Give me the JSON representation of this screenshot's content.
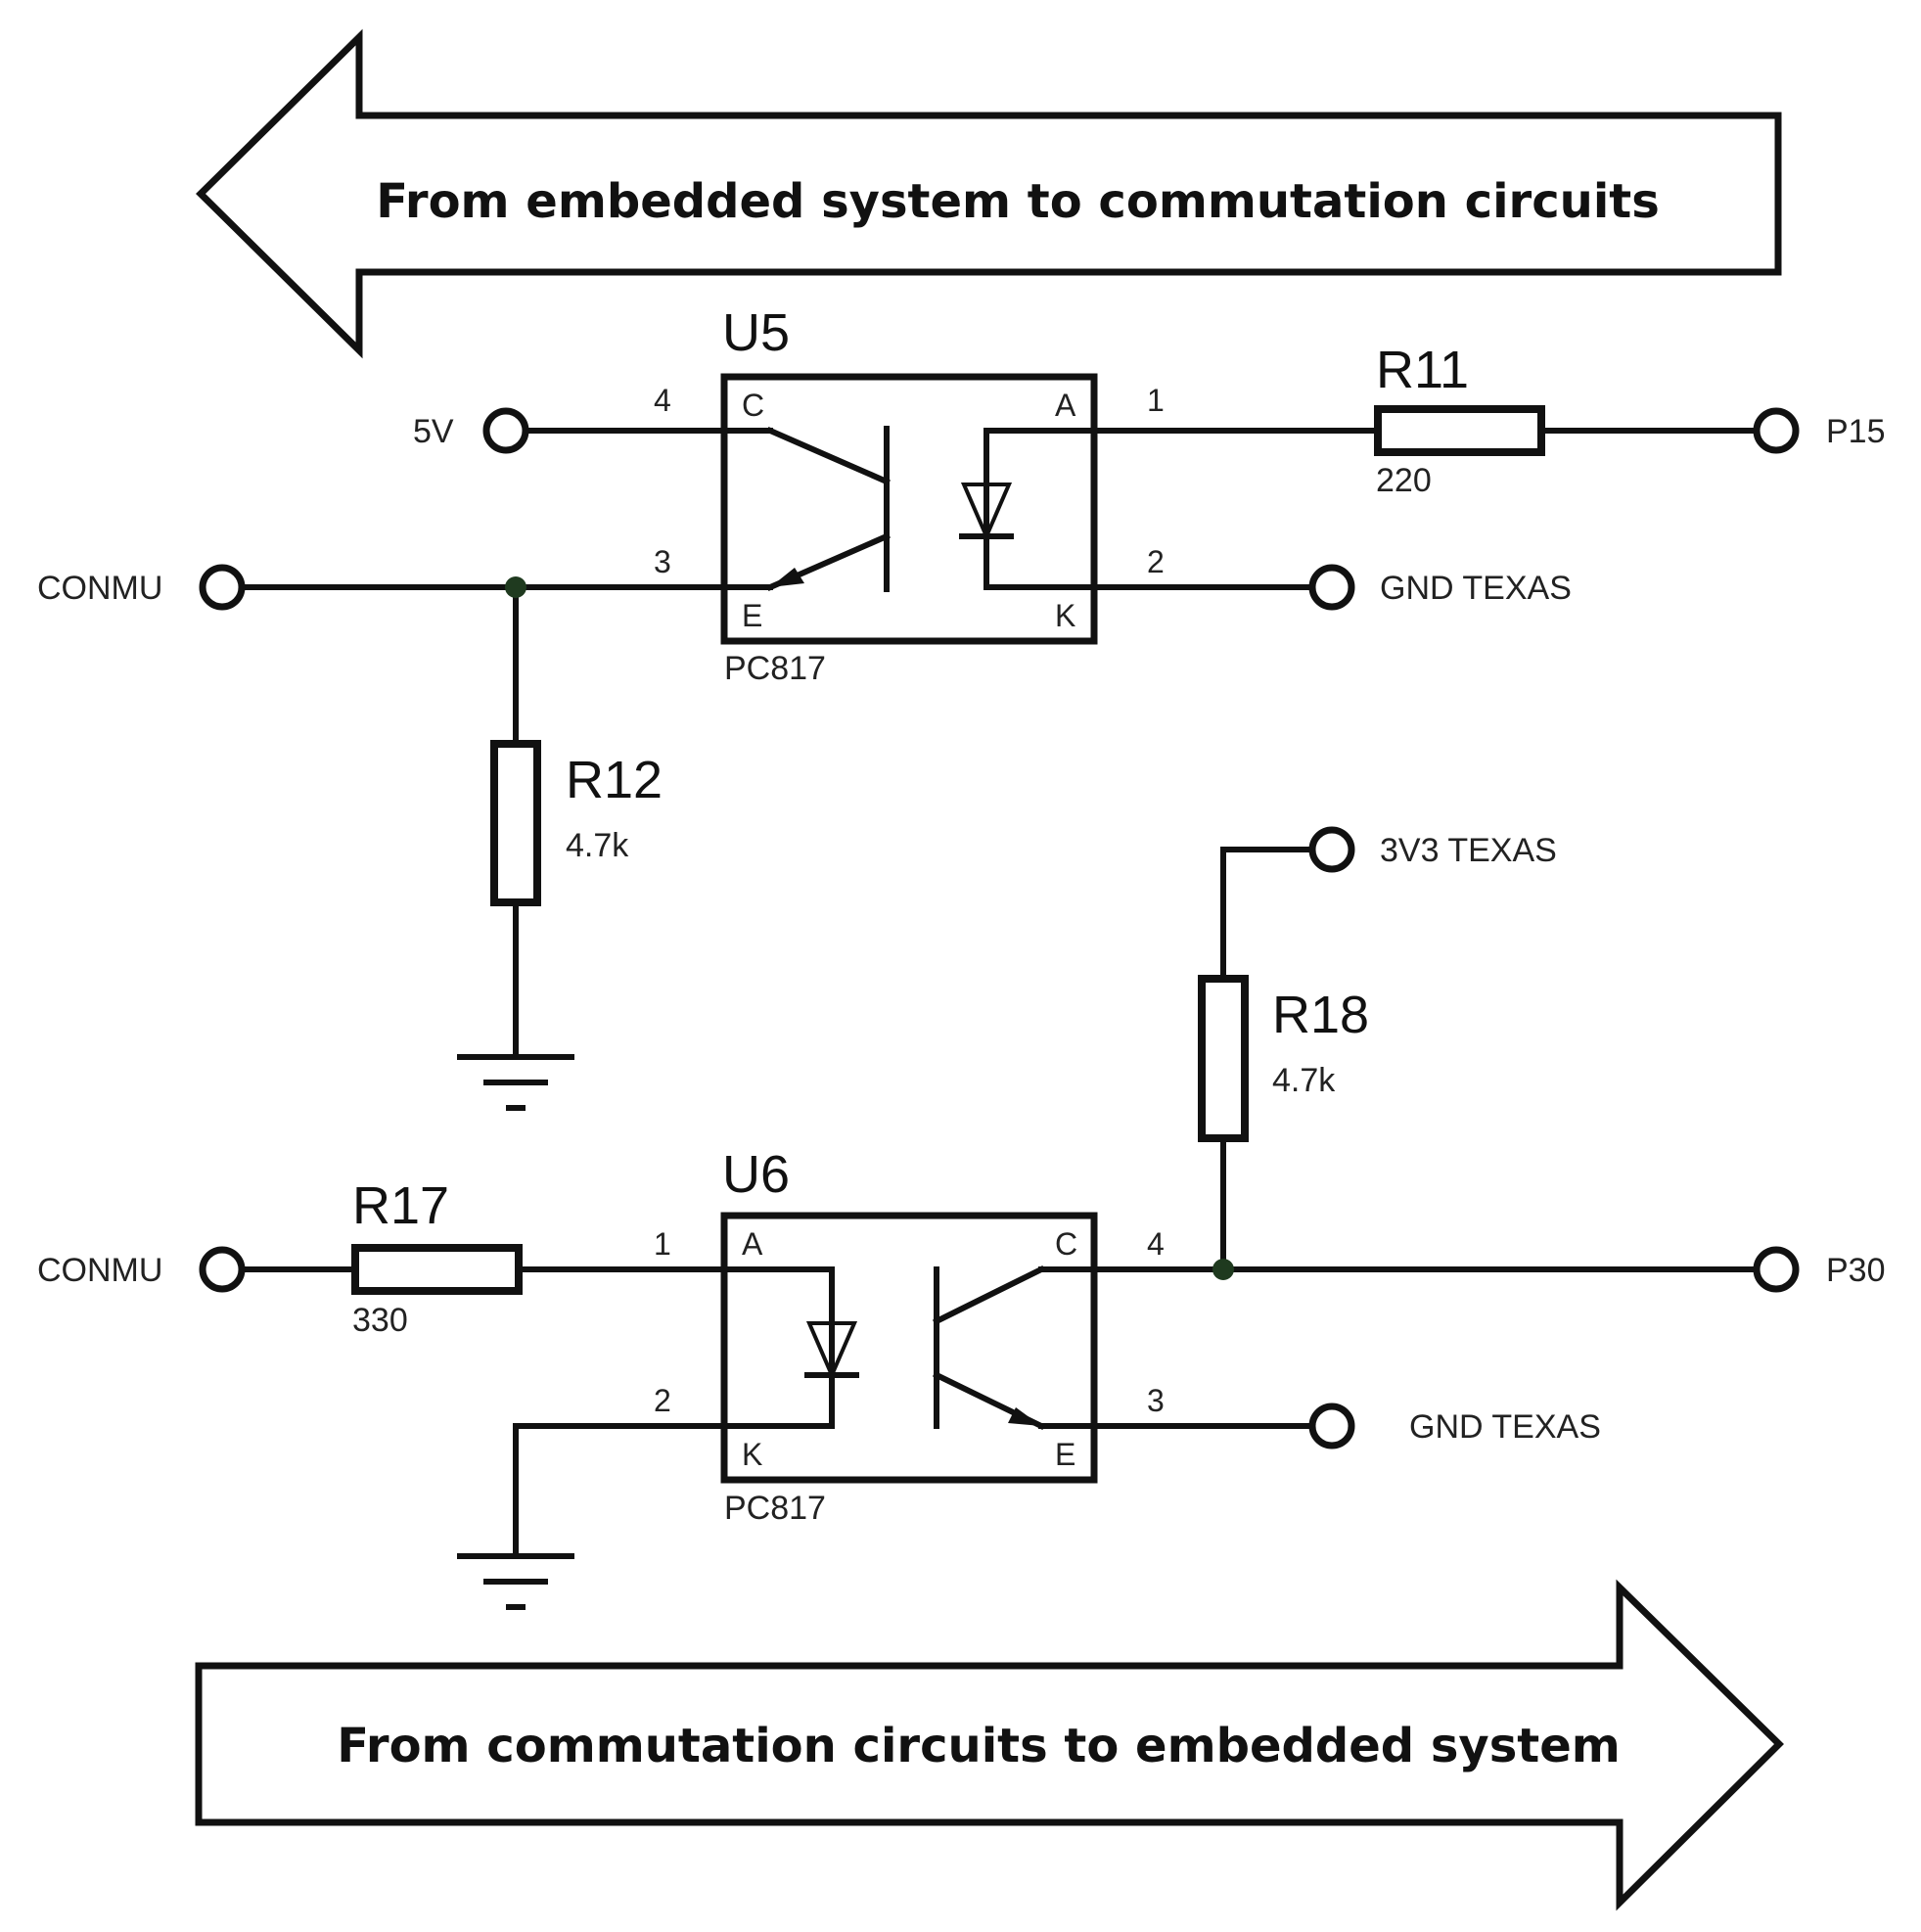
{
  "arrows": {
    "top": "From embedded system to commutation circuits",
    "bottom": "From commutation circuits to embedded system"
  },
  "u5": {
    "ref": "U5",
    "part": "PC817",
    "pins": {
      "c": "C",
      "e": "E",
      "a": "A",
      "k": "K",
      "p1": "1",
      "p2": "2",
      "p3": "3",
      "p4": "4"
    }
  },
  "u6": {
    "ref": "U6",
    "part": "PC817",
    "pins": {
      "a": "A",
      "k": "K",
      "c": "C",
      "e": "E",
      "p1": "1",
      "p2": "2",
      "p3": "3",
      "p4": "4"
    }
  },
  "resistors": {
    "r11": {
      "ref": "R11",
      "value": "220"
    },
    "r12": {
      "ref": "R12",
      "value": "4.7k"
    },
    "r17": {
      "ref": "R17",
      "value": "330"
    },
    "r18": {
      "ref": "R18",
      "value": "4.7k"
    }
  },
  "nets": {
    "v5": "5V",
    "conmu_top": "CONMU",
    "p15": "P15",
    "gnd_texas_top": "GND TEXAS",
    "v3v3": "3V3 TEXAS",
    "conmu_bottom": "CONMU",
    "p30": "P30",
    "gnd_texas_bottom": "GND TEXAS"
  }
}
